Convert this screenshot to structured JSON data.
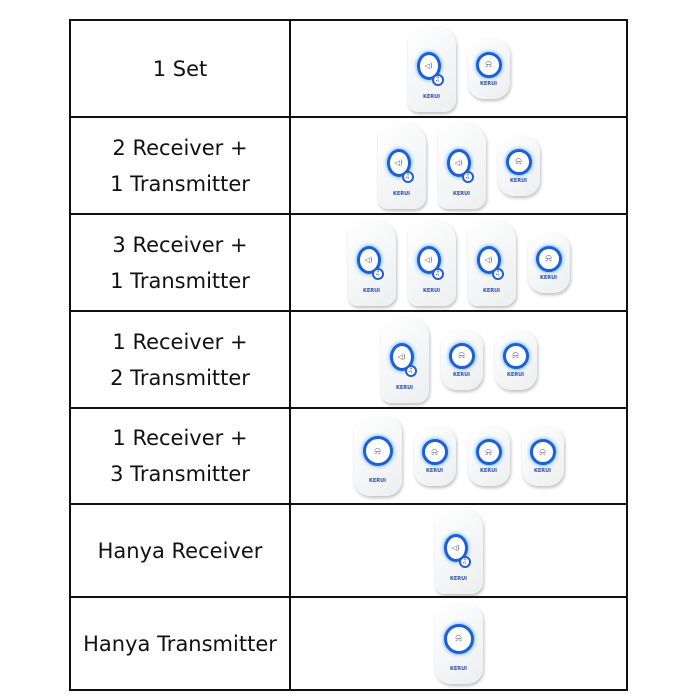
{
  "brand_logo": "KERUI",
  "accent_color": "#1e5fd8",
  "rows": [
    {
      "label_lines": [
        "1 Set"
      ],
      "items": [
        "receiver",
        "transmitter"
      ]
    },
    {
      "label_lines": [
        "2 Receiver +",
        "1 Transmitter"
      ],
      "items": [
        "receiver",
        "receiver",
        "transmitter"
      ]
    },
    {
      "label_lines": [
        "3 Receiver +",
        "1 Transmitter"
      ],
      "items": [
        "receiver",
        "receiver",
        "receiver",
        "transmitter"
      ]
    },
    {
      "label_lines": [
        "1 Receiver +",
        "2 Transmitter"
      ],
      "items": [
        "receiver",
        "transmitter",
        "transmitter"
      ]
    },
    {
      "label_lines": [
        "1 Receiver +",
        "3 Transmitter"
      ],
      "items": [
        "transmitter-large",
        "transmitter",
        "transmitter",
        "transmitter"
      ]
    },
    {
      "label_lines": [
        "Hanya Receiver"
      ],
      "items": [
        "receiver"
      ]
    },
    {
      "label_lines": [
        "Hanya Transmitter"
      ],
      "items": [
        "transmitter-large"
      ]
    }
  ]
}
